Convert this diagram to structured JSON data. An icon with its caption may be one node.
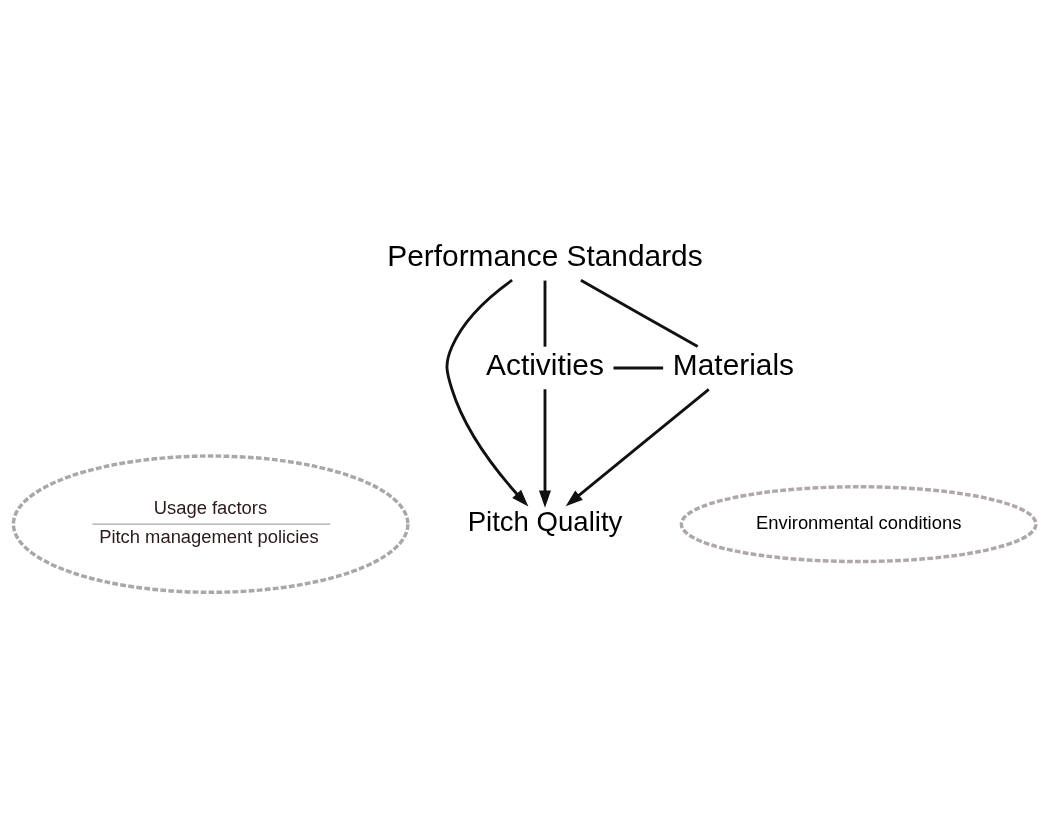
{
  "diagram": {
    "nodes": [
      {
        "text": [
          "Performance Standards"
        ]
      },
      {
        "text": [
          "Usage factors",
          "Pitch management policies"
        ]
      },
      {
        "text": [
          "Environmental conditions"
        ]
      },
      {
        "text": [
          "Pitch Quality"
        ]
      },
      {
        "text": [
          "Activities"
        ]
      },
      {
        "text": [
          "Materials"
        ]
      }
    ],
    "edges": [
      {
        "from": 0,
        "to": 4,
        "arrow": "none"
      },
      {
        "from": 0,
        "to": 5,
        "arrow": "none"
      },
      {
        "from": 4,
        "to": 5,
        "arrow": "none"
      },
      {
        "from": 0,
        "to": 3,
        "arrow": "to"
      },
      {
        "from": 4,
        "to": 3,
        "arrow": "to"
      },
      {
        "from": 5,
        "to": 3,
        "arrow": "to"
      }
    ]
  }
}
